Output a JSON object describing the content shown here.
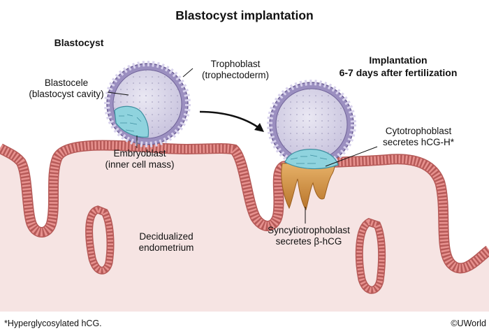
{
  "title": "Blastocyst implantation",
  "labels": {
    "blastocyst": "Blastocyst",
    "trophoblast": [
      "Trophoblast",
      "(trophectoderm)"
    ],
    "blastocele": [
      "Blastocele",
      "(blastocyst cavity)"
    ],
    "embryoblast": [
      "Embryoblast",
      "(inner cell mass)"
    ],
    "implantation": [
      "Implantation",
      "6-7 days after fertilization"
    ],
    "cytotrophoblast": [
      "Cytotrophoblast",
      "secretes hCG-H*"
    ],
    "syncytiotrophoblast": [
      "Syncytiotrophoblast",
      "secretes β-hCG"
    ],
    "endometrium": [
      "Decidualized",
      "endometrium"
    ]
  },
  "footnote": "*Hyperglycosylated hCG.",
  "copyright": "©UWorld",
  "colors": {
    "tissue": "#f6e4e3",
    "epithelium": "#e7928f",
    "epithelium_outline": "#b65a58",
    "blastocyst_cavity": "#d6d3e6",
    "trophoblast": "#9b8fc0",
    "inner_cell_mass": "#8fd3de",
    "syncytio": "#d4923e"
  }
}
